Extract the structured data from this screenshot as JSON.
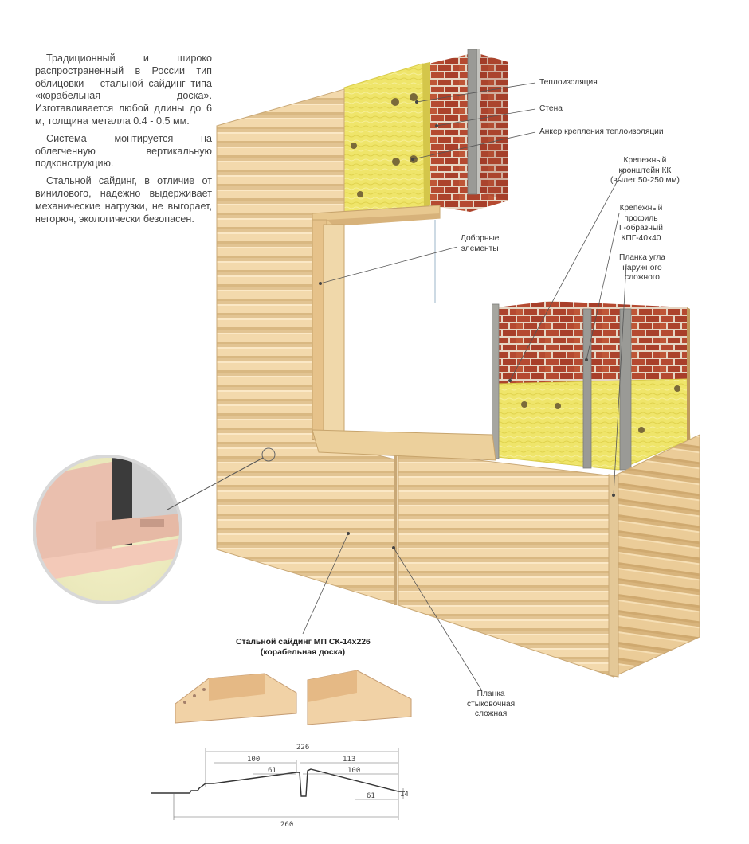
{
  "intro": {
    "paragraphs": [
      "Традиционный и широко распространенный в России тип облицовки – стальной сайдинг типа «корабельная доска». Изготавливается любой длины до 6 м, толщина металла 0.4 - 0.5 мм.",
      "Система монтируется на облегченную вертикальную подконструкцию.",
      "Стальной сайдинг, в отличие от винилового, надежно выдерживает механические нагрузки, не выгорает, негорюч, экологически безопасен."
    ]
  },
  "callouts": {
    "insulation": "Теплоизоляция",
    "wall": "Стена",
    "anchor": "Анкер крепления теплоизоляции",
    "bracket": [
      "Крепежный",
      "кронштейн КК",
      "(вылет 50-250 мм)"
    ],
    "profile": [
      "Крепежный",
      "профиль",
      "Г-образный",
      "КПГ-40х40"
    ],
    "corner": [
      "Планка угла",
      "наружного",
      "сложного"
    ],
    "extra": [
      "Доборные",
      "элементы"
    ],
    "joint": [
      "Планка",
      "стыковочная",
      "сложная"
    ]
  },
  "product": {
    "name": "Стальной сайдинг МП СК-14х226",
    "subtitle": "(корабельная доска)"
  },
  "profile_drawing": {
    "dims": [
      "226",
      "100",
      "113",
      "61",
      "100",
      "61",
      "14",
      "260"
    ]
  },
  "colors": {
    "siding": "#f3d9ac",
    "siding_shadow": "#dcb986",
    "brick": "#b4472f",
    "mortar": "#e8d8c8",
    "insulation": "#efe56a",
    "metal": "#9a9a96",
    "leader": "#555555"
  }
}
